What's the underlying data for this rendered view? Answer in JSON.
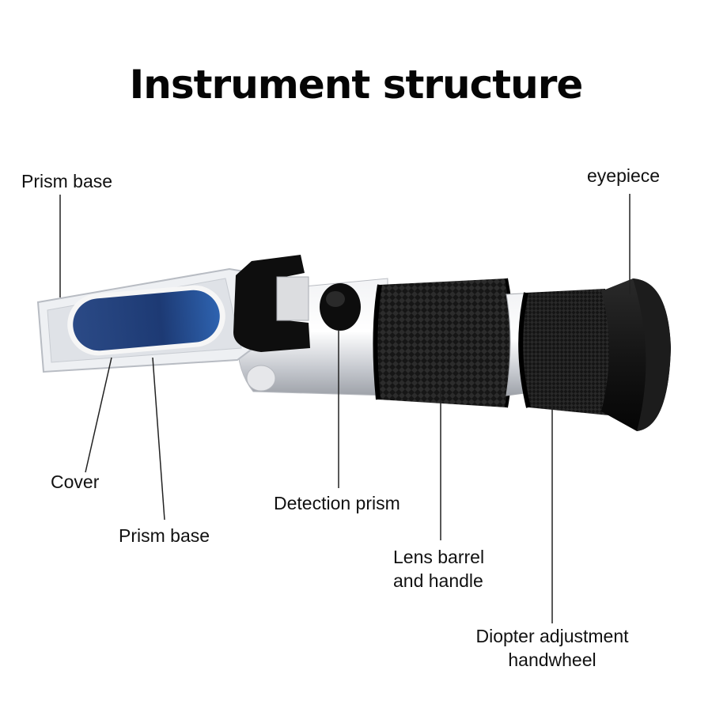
{
  "title": "Instrument structure",
  "labels": {
    "prism_base_top": "Prism base",
    "eyepiece": "eyepiece",
    "cover": "Cover",
    "prism_base_bottom": "Prism base",
    "detection_prism": "Detection prism",
    "lens_barrel_line1": "Lens barrel",
    "lens_barrel_line2": "and handle",
    "diopter_line1": "Diopter adjustment",
    "diopter_line2": "handwheel"
  },
  "colors": {
    "background": "#ffffff",
    "text": "#111111",
    "prism_blue": "#1f3f7a",
    "rubber_black": "#111111",
    "metal_silver": "#d9dbe0"
  }
}
